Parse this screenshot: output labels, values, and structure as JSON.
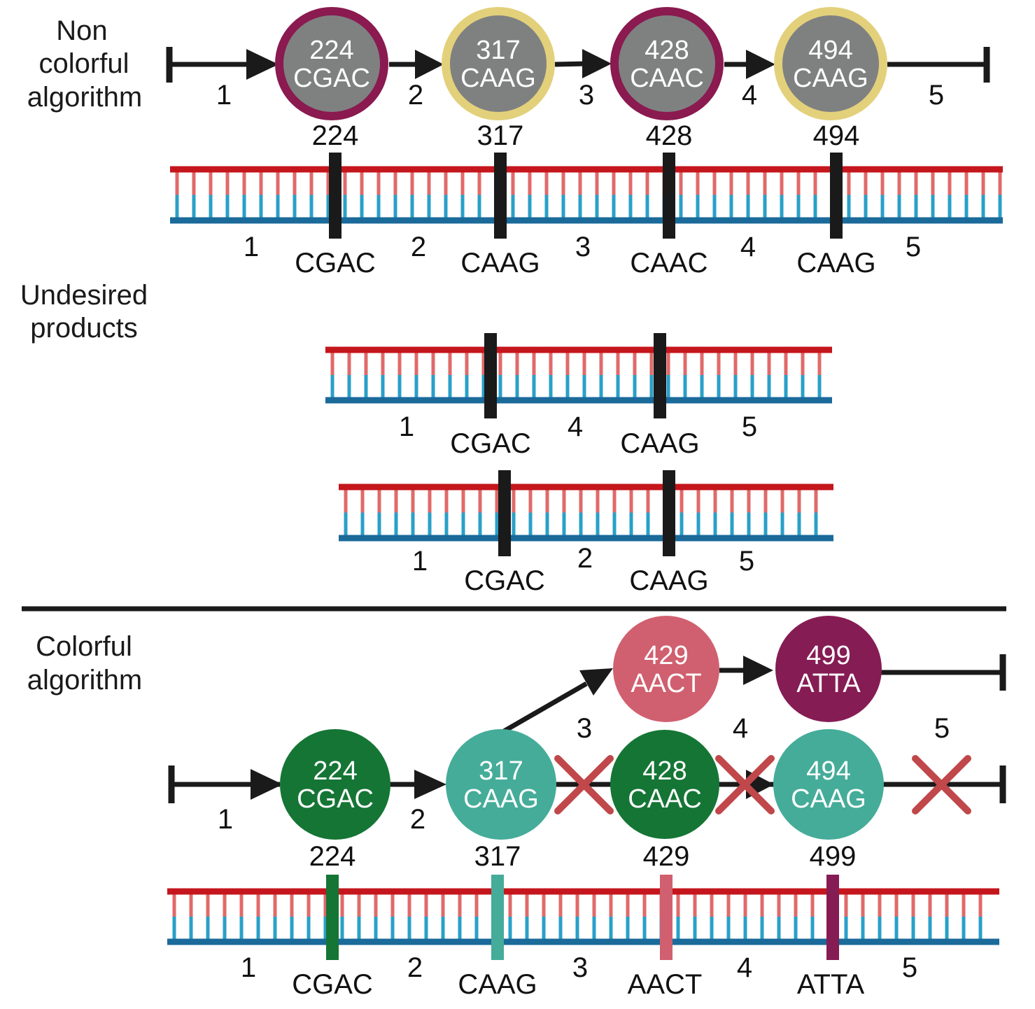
{
  "colors": {
    "black": "#1a1a1a",
    "strand_top": "#c4161c",
    "strand_top_light": "#e06a6a",
    "strand_bottom": "#1a6a9a",
    "strand_bottom_light": "#2aa0c8",
    "node_gray": "#7f8181",
    "ring_magenta": "#8a1a50",
    "ring_gold": "#e3d07a",
    "dark_green": "#157535",
    "teal": "#45ac99",
    "pink": "#d0606f",
    "plum": "#861c54",
    "cross_red": "#c0474a"
  },
  "sections": {
    "non_colorful": {
      "title_lines": [
        "Non",
        "colorful",
        "algorithm"
      ],
      "nodes": [
        {
          "num": "224",
          "seq": "CGAC",
          "ring": "magenta"
        },
        {
          "num": "317",
          "seq": "CAAG",
          "ring": "gold"
        },
        {
          "num": "428",
          "seq": "CAAC",
          "ring": "magenta"
        },
        {
          "num": "494",
          "seq": "CAAG",
          "ring": "gold"
        }
      ],
      "edge_labels": [
        "1",
        "2",
        "3",
        "4",
        "5"
      ],
      "dna": {
        "positions": [
          "224",
          "317",
          "428",
          "494"
        ],
        "segments": [
          "1",
          "2",
          "3",
          "4",
          "5"
        ],
        "sites": [
          "CGAC",
          "CAAG",
          "CAAC",
          "CAAG"
        ]
      }
    },
    "undesired": {
      "title_lines": [
        "Undesired",
        "products"
      ],
      "products": [
        {
          "segments": [
            "1",
            "4",
            "5"
          ],
          "sites": [
            "CGAC",
            "CAAG"
          ]
        },
        {
          "segments": [
            "1",
            "2",
            "5"
          ],
          "sites": [
            "CGAC",
            "CAAG"
          ]
        }
      ]
    },
    "colorful": {
      "title_lines": [
        "Colorful",
        "algorithm"
      ],
      "upper_nodes": [
        {
          "num": "429",
          "seq": "AACT"
        },
        {
          "num": "499",
          "seq": "ATTA"
        }
      ],
      "lower_nodes": [
        {
          "num": "224",
          "seq": "CGAC"
        },
        {
          "num": "317",
          "seq": "CAAG"
        },
        {
          "num": "428",
          "seq": "CAAC"
        },
        {
          "num": "494",
          "seq": "CAAG"
        }
      ],
      "edge_labels": [
        "1",
        "2",
        "3",
        "4",
        "5"
      ],
      "dna": {
        "positions": [
          "224",
          "317",
          "429",
          "499"
        ],
        "segments": [
          "1",
          "2",
          "3",
          "4",
          "5"
        ],
        "sites": [
          "CGAC",
          "CAAG",
          "AACT",
          "ATTA"
        ]
      }
    }
  }
}
